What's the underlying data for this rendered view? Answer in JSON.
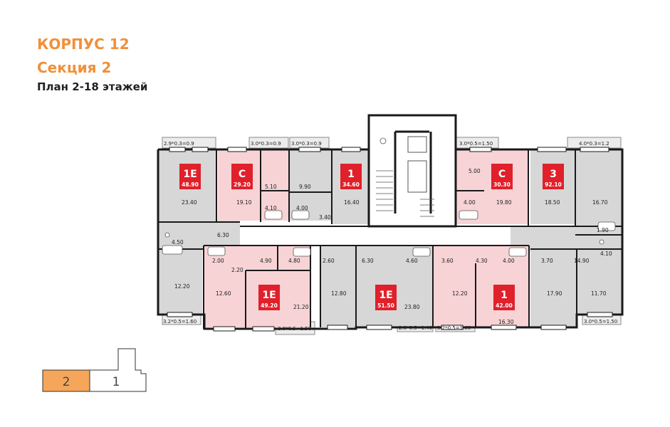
{
  "header": {
    "building": "КОРПУС 12",
    "section": "Секция 2",
    "floors": "План 2-18 этажей"
  },
  "colors": {
    "accent": "#f0903a",
    "unit_badge": "#e0202a",
    "highlight_room": "#f7d3d6",
    "room": "#d7d7d7",
    "wall": "#1a1a1a"
  },
  "units": [
    {
      "type": "1Е",
      "area": "48.90"
    },
    {
      "type": "С",
      "area": "29.20"
    },
    {
      "type": "1",
      "area": "34.60"
    },
    {
      "type": "С",
      "area": "30.30"
    },
    {
      "type": "3",
      "area": "92.10"
    },
    {
      "type": "1Е",
      "area": "49.20"
    },
    {
      "type": "1Е",
      "area": "51.50"
    },
    {
      "type": "1",
      "area": "42.00"
    }
  ],
  "balconies": [
    "2.9*0.3=0.9",
    "3.0*0.3=0.9",
    "3.0*0.3=0.9",
    "3.0*0.5=1.50",
    "4.0*0.3=1.2",
    "3.2*0.5=1.60",
    "3.0*0.5=1.50",
    "2.8*0.5=1.40",
    "3.2*0.5=1.60",
    "3.0*0.5=1.50"
  ],
  "rooms": [
    "23.40",
    "19.10",
    "5.10",
    "4.10",
    "9.90",
    "4.00",
    "3.40",
    "16.40",
    "5.00",
    "4.00",
    "19.80",
    "18.50",
    "16.70",
    "1.90",
    "4.10",
    "6.30",
    "4.50",
    "2.00",
    "2.20",
    "4.90",
    "4.80",
    "2.60",
    "6.30",
    "4.60",
    "3.60",
    "4.30",
    "4.00",
    "3.70",
    "14.90",
    "12.20",
    "12.60",
    "21.20",
    "12.80",
    "23.80",
    "12.20",
    "16.30",
    "17.90",
    "11.70"
  ],
  "sections": {
    "current": "2",
    "other": "1"
  }
}
